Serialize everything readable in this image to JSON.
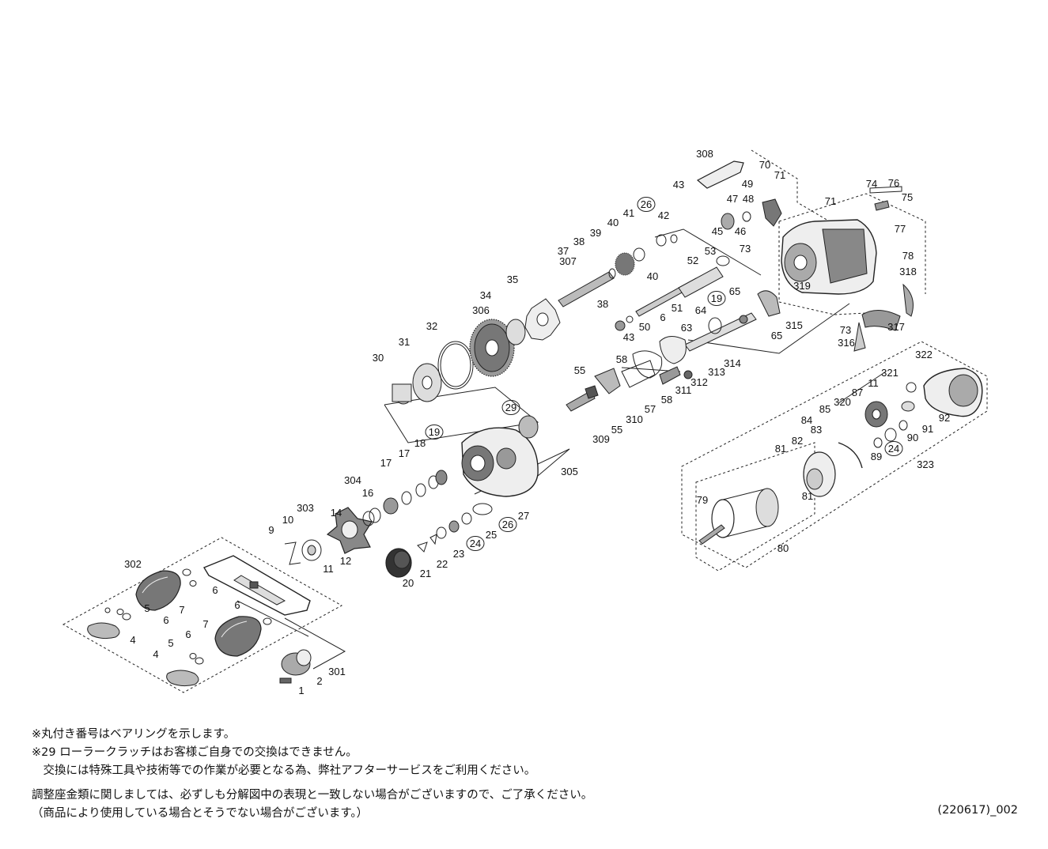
{
  "parts": [
    {
      "label": "1"
    },
    {
      "label": "2"
    },
    {
      "label": "4"
    },
    {
      "label": "4"
    },
    {
      "label": "5"
    },
    {
      "label": "5"
    },
    {
      "label": "6"
    },
    {
      "label": "6"
    },
    {
      "label": "6"
    },
    {
      "label": "6"
    },
    {
      "label": "6"
    },
    {
      "label": "7"
    },
    {
      "label": "7"
    },
    {
      "label": "9"
    },
    {
      "label": "10"
    },
    {
      "label": "11"
    },
    {
      "label": "11"
    },
    {
      "label": "12"
    },
    {
      "label": "14"
    },
    {
      "label": "16"
    },
    {
      "label": "17"
    },
    {
      "label": "17"
    },
    {
      "label": "18"
    },
    {
      "label": "19",
      "circled": true
    },
    {
      "label": "19",
      "circled": true
    },
    {
      "label": "20"
    },
    {
      "label": "21"
    },
    {
      "label": "22"
    },
    {
      "label": "23"
    },
    {
      "label": "24",
      "circled": true
    },
    {
      "label": "24",
      "circled": true
    },
    {
      "label": "25"
    },
    {
      "label": "26",
      "circled": true
    },
    {
      "label": "26",
      "circled": true
    },
    {
      "label": "27"
    },
    {
      "label": "29",
      "circled": true
    },
    {
      "label": "30"
    },
    {
      "label": "31"
    },
    {
      "label": "32"
    },
    {
      "label": "34"
    },
    {
      "label": "35"
    },
    {
      "label": "37"
    },
    {
      "label": "38"
    },
    {
      "label": "38"
    },
    {
      "label": "39"
    },
    {
      "label": "40"
    },
    {
      "label": "40"
    },
    {
      "label": "41"
    },
    {
      "label": "42"
    },
    {
      "label": "43"
    },
    {
      "label": "43"
    },
    {
      "label": "45"
    },
    {
      "label": "46"
    },
    {
      "label": "47"
    },
    {
      "label": "48"
    },
    {
      "label": "49"
    },
    {
      "label": "50"
    },
    {
      "label": "51"
    },
    {
      "label": "52"
    },
    {
      "label": "53"
    },
    {
      "label": "55"
    },
    {
      "label": "55"
    },
    {
      "label": "57"
    },
    {
      "label": "58"
    },
    {
      "label": "58"
    },
    {
      "label": "63"
    },
    {
      "label": "64"
    },
    {
      "label": "65"
    },
    {
      "label": "65"
    },
    {
      "label": "70"
    },
    {
      "label": "71"
    },
    {
      "label": "71"
    },
    {
      "label": "73"
    },
    {
      "label": "73"
    },
    {
      "label": "74"
    },
    {
      "label": "75"
    },
    {
      "label": "76"
    },
    {
      "label": "77"
    },
    {
      "label": "78"
    },
    {
      "label": "79"
    },
    {
      "label": "80"
    },
    {
      "label": "81"
    },
    {
      "label": "81"
    },
    {
      "label": "82"
    },
    {
      "label": "83"
    },
    {
      "label": "84"
    },
    {
      "label": "85"
    },
    {
      "label": "87"
    },
    {
      "label": "89"
    },
    {
      "label": "90"
    },
    {
      "label": "91"
    },
    {
      "label": "92"
    },
    {
      "label": "301"
    },
    {
      "label": "302"
    },
    {
      "label": "303"
    },
    {
      "label": "304"
    },
    {
      "label": "305"
    },
    {
      "label": "306"
    },
    {
      "label": "307"
    },
    {
      "label": "308"
    },
    {
      "label": "309"
    },
    {
      "label": "310"
    },
    {
      "label": "311"
    },
    {
      "label": "312"
    },
    {
      "label": "313"
    },
    {
      "label": "314"
    },
    {
      "label": "315"
    },
    {
      "label": "316"
    },
    {
      "label": "317"
    },
    {
      "label": "318"
    },
    {
      "label": "319"
    },
    {
      "label": "320"
    },
    {
      "label": "321"
    },
    {
      "label": "322"
    },
    {
      "label": "323"
    }
  ],
  "notes": {
    "line1": "※丸付き番号はベアリングを示します。",
    "line2": "※29 ローラークラッチはお客様ご自身での交換はできません。",
    "line3": "　交換には特殊工具や技術等での作業が必要となる為、弊社アフターサービスをご利用ください。",
    "line4": "調整座金類に関しましては、必ずしも分解図中の表現と一致しない場合がございますので、ご了承ください。",
    "line5": "（商品により使用している場合とそうでない場合がございます。）"
  },
  "reference": "(220617)_002"
}
